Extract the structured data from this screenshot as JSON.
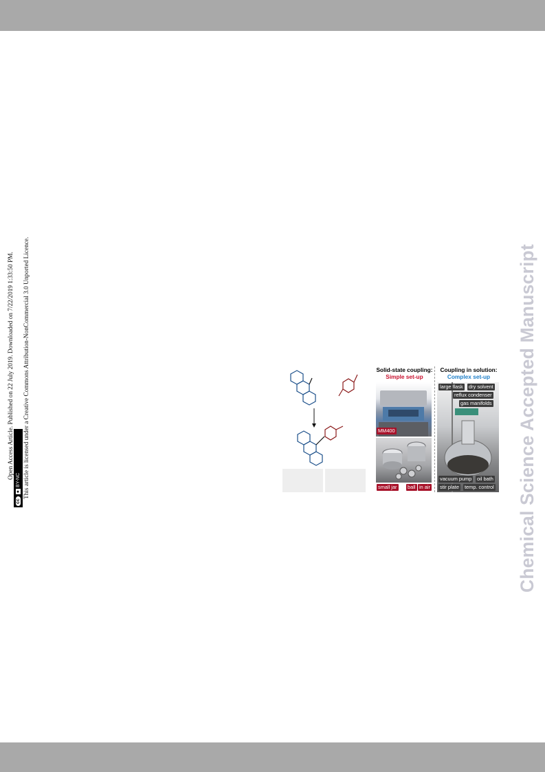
{
  "license": {
    "line1": "Open Access Article. Published on 22 July 2019. Downloaded on 7/22/2019 1:33:50 PM.",
    "line2": "This article is licensed under a Creative Commons Attribution-NonCommercial 3.0 Unported Licence.",
    "badge_cc": "cc",
    "badge_text": "BY-NC"
  },
  "watermark": "Chemical Science Accepted Manuscript",
  "figure": {
    "solid": {
      "title": "Solid-state coupling:",
      "subtitle": "Simple set-up",
      "subtitle_color": "#c8102e",
      "device_label": "MM400",
      "chips": [
        "small jar",
        "ball",
        "in air"
      ]
    },
    "solution": {
      "title": "Coupling in solution:",
      "subtitle": "Complex set-up",
      "subtitle_color": "#1e7fc8",
      "chips_top": [
        "large flask",
        "dry solvent",
        "reflux condenser",
        "gas manifolds"
      ],
      "chips_bottom": [
        "vacuum pump",
        "oil bath",
        "stir plate",
        "temp. control"
      ]
    },
    "colors": {
      "blue": "#1b4f8a",
      "red": "#8b1a1a"
    }
  }
}
